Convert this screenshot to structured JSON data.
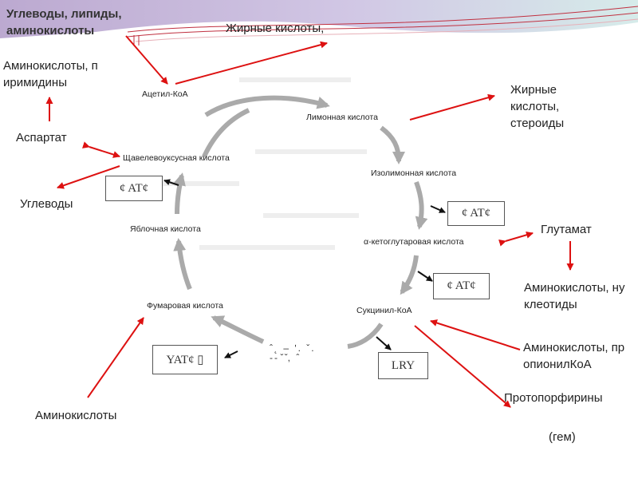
{
  "cycle": {
    "acetyl_coa": "Ацетил-КоА",
    "citric_acid": "Лимонная кислота",
    "isocitric_acid": "Изолимонная кислота",
    "alpha_ketoglutaric_acid": "α-кетоглутаровая кислота",
    "succinyl_coa": "Сукцинил-КоА",
    "fumaric_acid": "Фумаровая кислота",
    "malic_acid": "Яблочная кислота",
    "oxaloacetic_acid": "Щавелевоуксусная кислота",
    "atp_box_1": "¢ AT¢",
    "atp_box_2": "¢ AT¢",
    "atp_box_3": "¢ AT¢",
    "fad_box": "YAT¢ ▯",
    "gtp_box": "LRY",
    "garbled_text": "ˆ˛ – ʹ. ˇ.\n-- ̌ ̌, ˆ"
  },
  "labels": {
    "top_left_title": "Углеводы, липиды, аминокислоты",
    "fatty_acids_top": "Жирные кислоты,",
    "aminoacids_pyrimidines": "Аминокислоты, пиримидины",
    "aspartate": "Аспартат",
    "carbohydrates": "Углеводы",
    "fatty_acids_steroids": "Жирные кислоты, стероиды",
    "glutamate": "Глутамат",
    "aminoacids_nucleotides": "Аминокислоты, нуклеотиды",
    "aminoacids_propionyl": "Аминокислоты, пропионилКоА",
    "protoporphyrins": "Протопорфирины",
    "heme": "(гем)",
    "aminoacids_bottom": "Аминокислоты"
  },
  "colors": {
    "arrow_red": "#dd1111",
    "cycle_gray": "#aaaaaa",
    "text": "#222222",
    "banner_purple": "#b9a7cf",
    "banner_teal": "#cfe8e6"
  }
}
